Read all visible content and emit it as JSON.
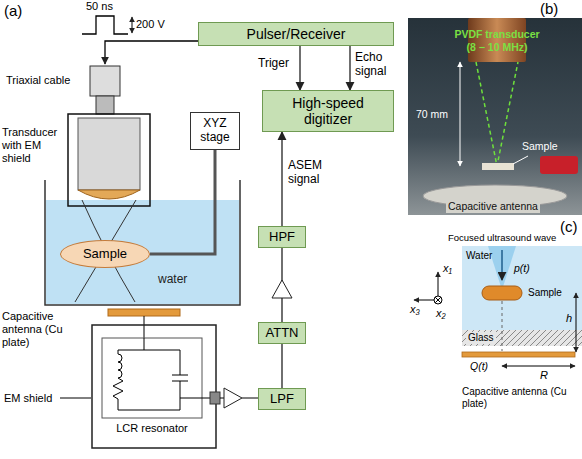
{
  "diagram": {
    "nodes": [
      {
        "text": [
          "Pulser/Receiver"
        ]
      },
      {
        "text": [
          "High-speed digitizer"
        ]
      },
      {
        "text": [
          "XYZ stage"
        ]
      },
      {
        "text": [
          "Sample"
        ]
      },
      {
        "text": [
          "HPF"
        ]
      },
      {
        "text": [
          "ATTN"
        ]
      },
      {
        "text": [
          "LPF"
        ]
      }
    ],
    "edges": [
      {
        "from": 0,
        "to": 1,
        "label": "Triger",
        "arrow": "to"
      },
      {
        "from": 0,
        "to": 1,
        "label": "Echo signal",
        "arrow": "to"
      },
      {
        "from": 4,
        "to": 1,
        "label": "ASEM signal",
        "arrow": "to"
      },
      {
        "from": 5,
        "to": 4,
        "arrow": "none"
      },
      {
        "from": 6,
        "to": 5,
        "arrow": "none"
      },
      {
        "from": 2,
        "to": 3,
        "arrow": "none"
      }
    ],
    "labels": [
      "(a)",
      "50 ns",
      "200 V",
      "Triaxial cable",
      "Transducer with EM shield",
      "water",
      "Capacitive antenna (Cu plate)",
      "EM shield",
      "LCR resonator",
      "(b)",
      "PVDF transducer (8 − 10 MHz)",
      "70 mm",
      "Sample",
      "Capacitive antenna",
      "(c)",
      "Focused ultrasound wave",
      "Water",
      "p(t)",
      "Sample",
      "Glass",
      "Q(t)",
      "Capacitive antenna (Cu plate)",
      "h",
      "R",
      "x₁",
      "x₂",
      "x₃"
    ]
  }
}
